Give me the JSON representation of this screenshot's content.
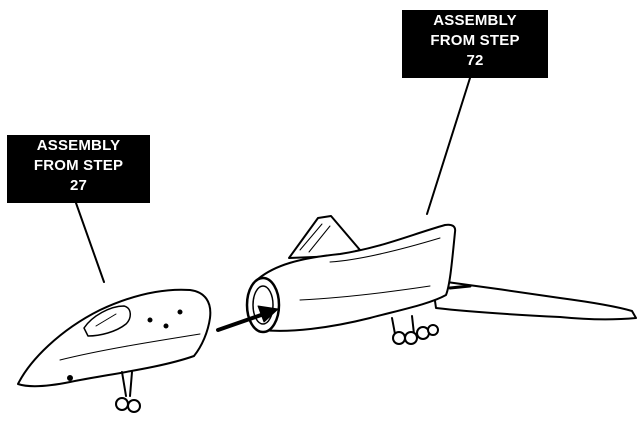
{
  "callouts": {
    "top_right": {
      "line1": "ASSEMBLY",
      "line2": "FROM STEP",
      "step": "72"
    },
    "left": {
      "line1": "ASSEMBLY",
      "line2": "FROM STEP",
      "step": "27"
    }
  },
  "colors": {
    "ink": "#000000",
    "paper": "#ffffff"
  }
}
